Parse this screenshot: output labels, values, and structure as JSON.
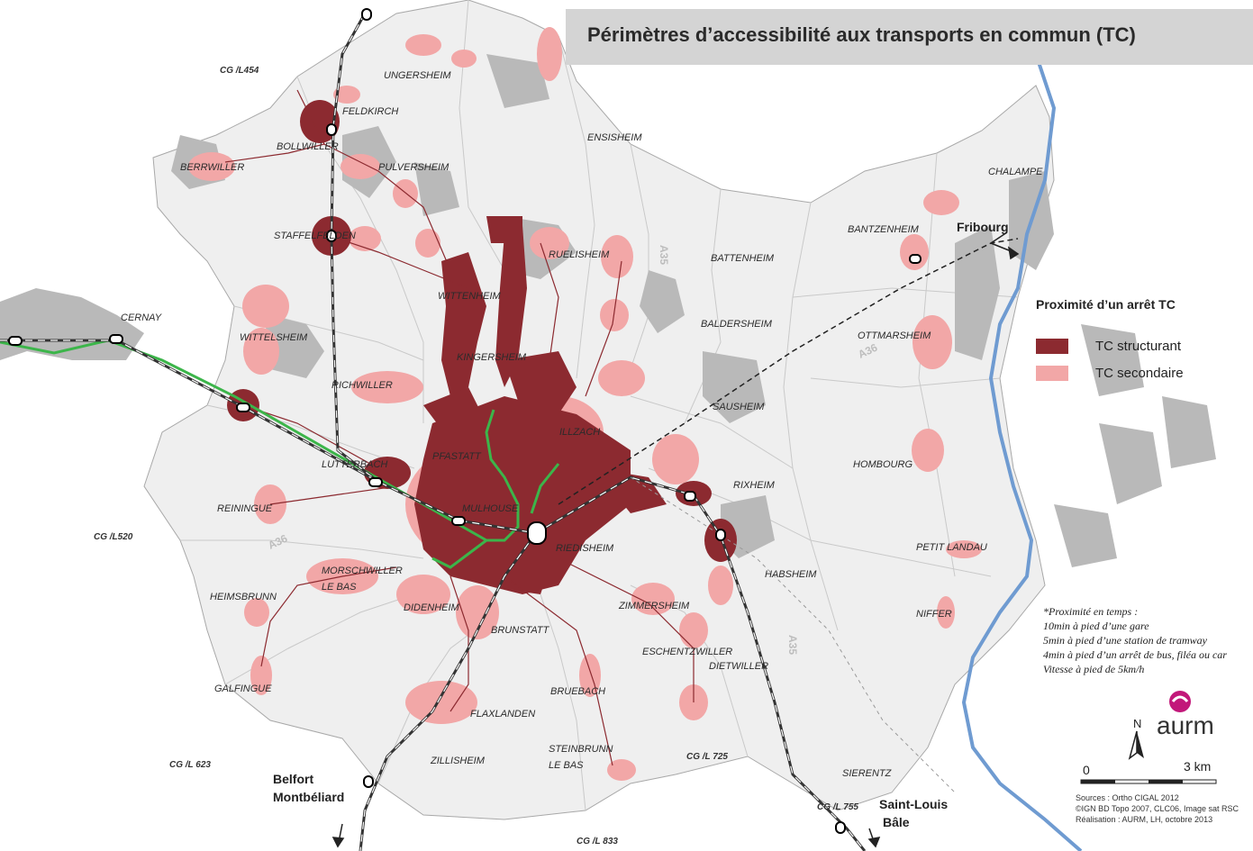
{
  "title": "Périmètres d’accessibilité aux transports en commun (TC)",
  "legend": {
    "title": "Proximité d’un arrêt TC",
    "items": [
      {
        "label": "TC structurant",
        "color": "#8c2a30"
      },
      {
        "label": "TC secondaire",
        "color": "#f2a7a7"
      }
    ]
  },
  "notes": [
    "*Proximité en temps :",
    "10min à pied d’une gare",
    "5min à pied d’une station de tramway",
    "4min à pied d’un arrêt de bus, filéa ou car",
    "Vitesse à pied de 5km/h"
  ],
  "logo": {
    "text": "aurm",
    "color": "#c2187a"
  },
  "north_label": "N",
  "scale": {
    "start": "0",
    "end": "3 km"
  },
  "sources": [
    "Sources :  Ortho CIGAL 2012",
    "©IGN BD Topo 2007, CLC06, Image sat RSC",
    "Réalisation : AURM, LH, octobre 2013"
  ],
  "places": {
    "ungersheim": "UNGERSHEIM",
    "feldkirch": "FELDKIRCH",
    "bollwiller": "BOLLWILLER",
    "ensisheim": "ENSISHEIM",
    "berrwiller": "BERRWILLER",
    "pulversheim": "PULVERSHEIM",
    "chalampe": "CHALAMPE",
    "bantzenheim": "BANTZENHEIM",
    "staffelfelden": "STAFFELFELDEN",
    "ruelisheim": "RUELISHEIM",
    "battenheim": "BATTENHEIM",
    "wittenheim": "WITTENHEIM",
    "cernay": "CERNAY",
    "baldersheim": "BALDERSHEIM",
    "ottmarsheim": "OTTMARSHEIM",
    "wittelsheim": "WITTELSHEIM",
    "kingersheim": "KINGERSHEIM",
    "richwiller": "RICHWILLER",
    "sausheim": "SAUSHEIM",
    "illzach": "ILLZACH",
    "pfastatt": "PFASTATT",
    "lutterbach": "LUTTERBACH",
    "hombourg": "HOMBOURG",
    "rixheim": "RIXHEIM",
    "reiningue": "REININGUE",
    "mulhouse": "MULHOUSE",
    "riedisheim": "RIEDISHEIM",
    "petit_landau": "PETIT LANDAU",
    "morschwiller_1": "MORSCHWILLER",
    "morschwiller_2": "LE BAS",
    "habsheim": "HABSHEIM",
    "heimsbrunn": "HEIMSBRUNN",
    "didenheim": "DIDENHEIM",
    "zimmersheim": "ZIMMERSHEIM",
    "niffer": "NIFFER",
    "brunstatt": "BRUNSTATT",
    "eschentzwiller": "ESCHENTZWILLER",
    "dietwiller": "DIETWILLER",
    "galfingue": "GALFINGUE",
    "bruebach": "BRUEBACH",
    "flaxlanden": "FLAXLANDEN",
    "zillisheim": "ZILLISHEIM",
    "steinbrunn_1": "STEINBRUNN",
    "steinbrunn_2": "LE BAS",
    "sierentz": "SIERENTZ"
  },
  "roads": {
    "cg_l454": "CG /L454",
    "cg_l520": "CG /L520",
    "cg_623": "CG /L 623",
    "cg_l725": "CG /L 725",
    "cg_l755": "CG /L 755",
    "cg_l833": "CG /L 833"
  },
  "motorways": {
    "a35_n": "A35",
    "a36_e": "A36",
    "a36_w": "A36",
    "a35_s": "A35"
  },
  "directions": {
    "fribourg": "Fribourg",
    "belfort_1": "Belfort",
    "belfort_2": "Montbéliard",
    "saint_louis_1": "Saint-Louis",
    "saint_louis_2": "Bâle"
  }
}
